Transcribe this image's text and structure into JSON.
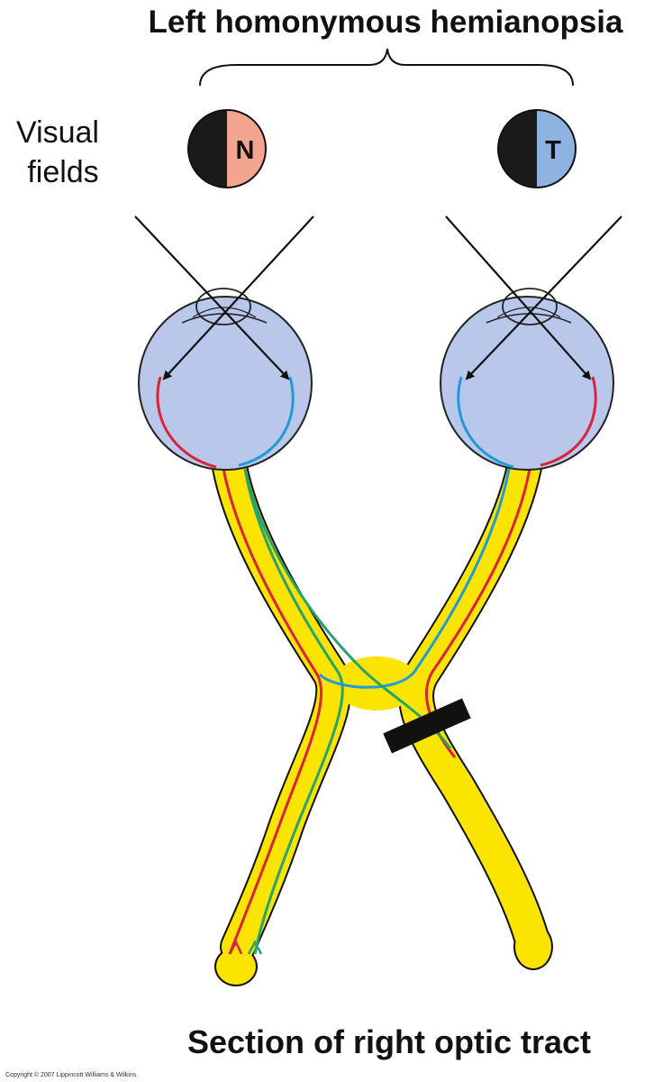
{
  "title": "Left homonymous hemianopsia",
  "side_label_line1": "Visual",
  "side_label_line2": "fields",
  "left_field_letter": "N",
  "right_field_letter": "T",
  "caption": "Section of right optic tract",
  "copyright": "Copyright © 2007 Lippincott Williams & Wilkins.",
  "colors": {
    "field_dark": "#1a1a1a",
    "nasal_field": "#f4a590",
    "temporal_field": "#8fb3e0",
    "eyeball": "#b9c7ea",
    "nerve_yellow": "#fbe400",
    "temporal_fibers_red": "#d9233a",
    "nasal_fibers_blue": "#1f9bd6",
    "fiber_green": "#2aa36b",
    "lesion_bar": "#111111"
  }
}
